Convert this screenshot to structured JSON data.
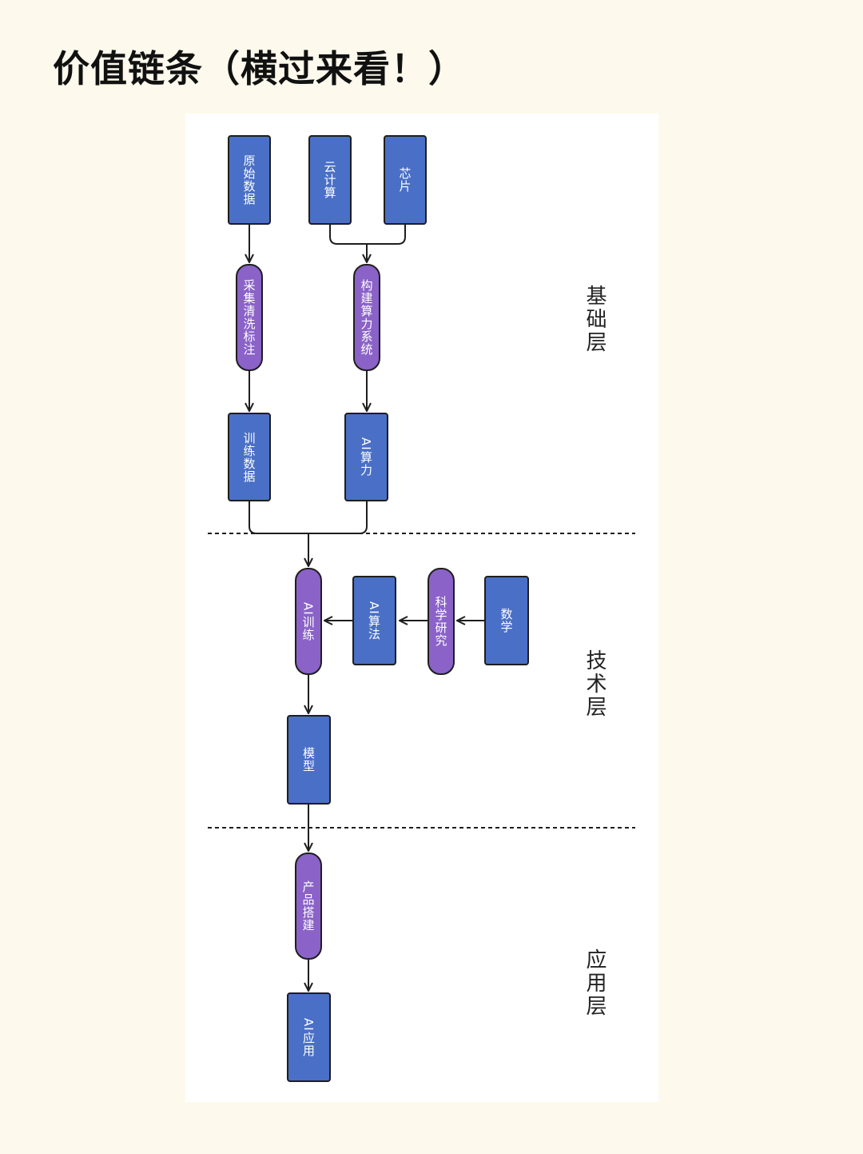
{
  "title": "价值链条（横过来看！）",
  "nodes": {
    "raw_data": "原始数据",
    "cloud_computing": "云计算",
    "chip": "芯片",
    "collect_clean_label": "采集清洗标注",
    "build_compute_system": "构建算力系统",
    "training_data": "训练数据",
    "ai_compute": "AI算力",
    "ai_training": "AI训练",
    "ai_algorithm": "AI算法",
    "scientific_research": "科学研究",
    "math": "数学",
    "model": "模型",
    "product_building": "产品搭建",
    "ai_application": "AI应用"
  },
  "layers": {
    "foundation": "基础层",
    "technology": "技术层",
    "application": "应用层"
  }
}
